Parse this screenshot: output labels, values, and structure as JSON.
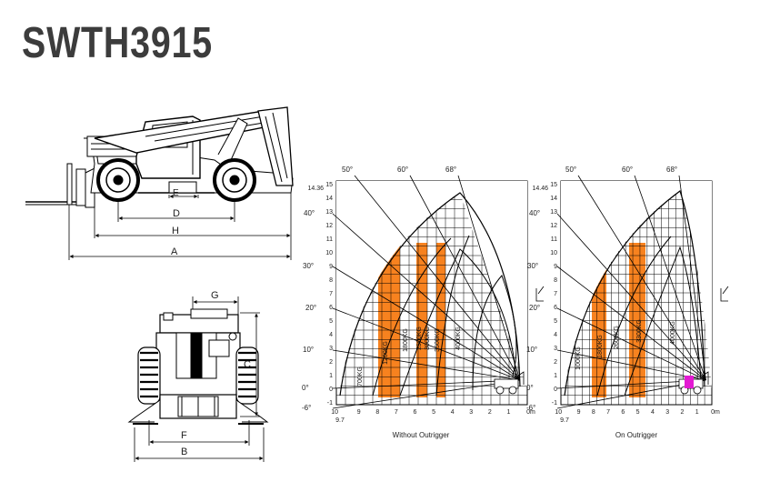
{
  "product": {
    "model": "SWTH3915"
  },
  "colors": {
    "band": "#f7821f",
    "line": "#000000",
    "text": "#222222",
    "accent": "#e31ad2"
  },
  "side_view": {
    "dimensions": [
      {
        "key": "A",
        "label": "A"
      },
      {
        "key": "H",
        "label": "H"
      },
      {
        "key": "D",
        "label": "D"
      },
      {
        "key": "E",
        "label": "E"
      }
    ]
  },
  "front_view": {
    "dimensions": [
      {
        "key": "G",
        "label": "G"
      },
      {
        "key": "C",
        "label": "C"
      },
      {
        "key": "F",
        "label": "F"
      },
      {
        "key": "B",
        "label": "B"
      }
    ]
  },
  "load_charts": [
    {
      "caption": "Without Outrigger",
      "top_height": "14.36",
      "y_ticks": [
        "15",
        "14",
        "13",
        "12",
        "11",
        "10",
        "9",
        "8",
        "7",
        "6",
        "5",
        "4",
        "3",
        "2",
        "1",
        "0",
        "-1"
      ],
      "x_ticks": [
        "10",
        "9",
        "8",
        "7",
        "6",
        "5",
        "4",
        "3",
        "2",
        "1",
        "0m"
      ],
      "x_extra": "9.7",
      "angles": [
        "68°",
        "60°",
        "50°",
        "40°",
        "30°",
        "20°",
        "10°",
        "0°",
        "-6°"
      ],
      "capacities": [
        "700KG",
        "1200KG",
        "1800KG",
        "2500KG",
        "3000KG",
        "3500KG",
        "4000KG"
      ]
    },
    {
      "caption": "On Outrigger",
      "top_height": "14.46",
      "y_ticks": [
        "15",
        "14",
        "13",
        "12",
        "11",
        "10",
        "9",
        "8",
        "7",
        "6",
        "5",
        "4",
        "3",
        "2",
        "1",
        "0",
        "-1"
      ],
      "x_ticks": [
        "10",
        "9",
        "8",
        "7",
        "6",
        "5",
        "4",
        "3",
        "2",
        "1",
        "0m"
      ],
      "x_extra": "9.7",
      "angles": [
        "68°",
        "60°",
        "50°",
        "40°",
        "30°",
        "20°",
        "10°",
        "0°",
        "-6°"
      ],
      "capacities": [
        "1000KG",
        "1800KG",
        "2600KG",
        "3300KG",
        "4000KG"
      ]
    }
  ]
}
